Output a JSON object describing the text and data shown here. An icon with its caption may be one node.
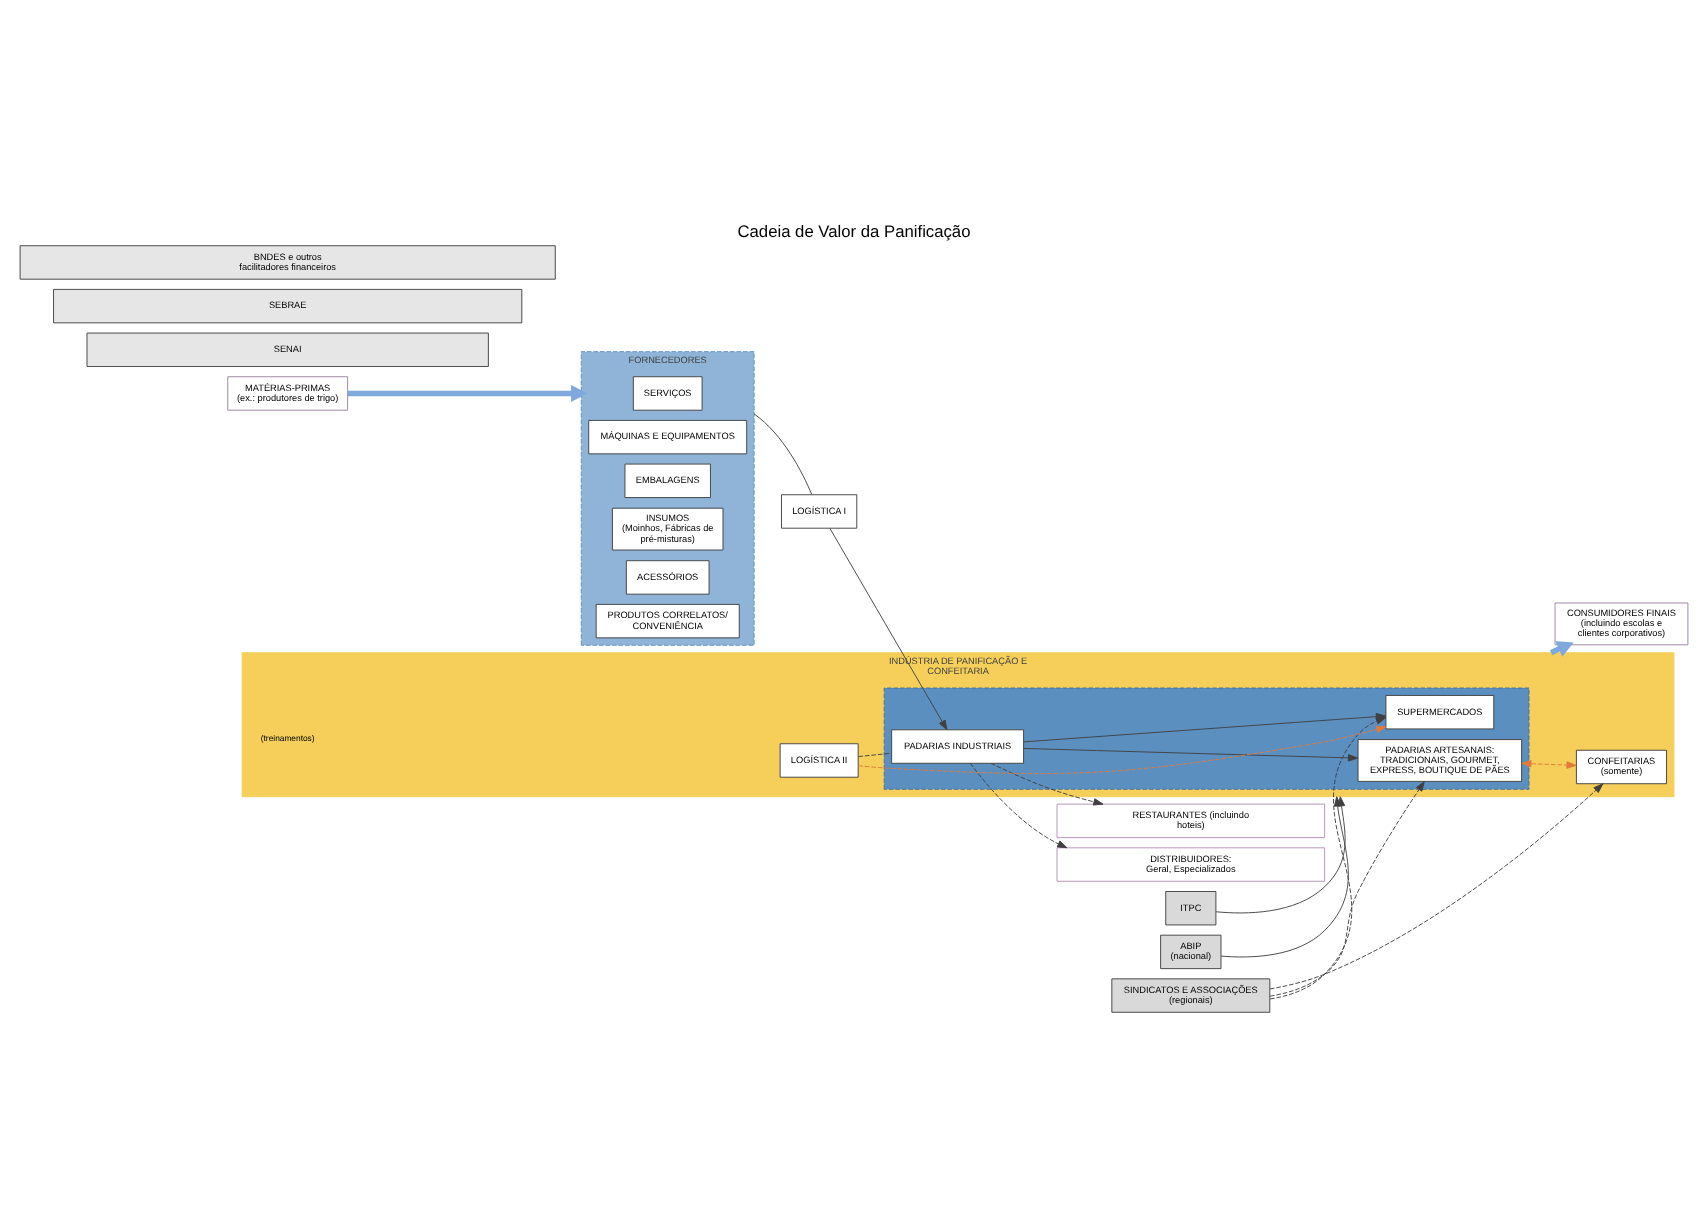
{
  "diagram": {
    "title": "Cadeia de Valor da Panificação",
    "nodes": [
      {
        "text": [
          "MATÉRIAS-PRIMAS",
          "(ex.: produtores de trigo)"
        ]
      },
      {
        "text": [
          "FORNECEDORES"
        ]
      },
      {
        "text": [
          "SERVIÇOS"
        ],
        "in": 1
      },
      {
        "text": [
          "MÁQUINAS E EQUIPAMENTOS"
        ],
        "in": 1
      },
      {
        "text": [
          "EMBALAGENS"
        ],
        "in": 1
      },
      {
        "text": [
          "INSUMOS",
          "(Moinhos, Fábricas de pré-misturas)"
        ],
        "in": 1
      },
      {
        "text": [
          "ACESSÓRIOS"
        ],
        "in": 1
      },
      {
        "text": [
          "PRODUTOS CORRELATOS/ CONVENIÊNCIA"
        ],
        "in": 1
      },
      {
        "text": [
          "LOGÍSTICA I"
        ]
      },
      {
        "text": [
          "RESTAURANTES (incluindo hoteis)"
        ]
      },
      {
        "text": [
          "ITPC"
        ]
      },
      {
        "text": [
          "SINDICATOS E ASSOCIAÇÕES",
          "(regionais)"
        ]
      },
      {
        "text": [
          "ABIP",
          "(nacional)"
        ]
      },
      {
        "text": [
          "INDÚSTRIA DE PANIFICAÇÃO E CONFEITARIA"
        ]
      },
      {
        "text": [],
        "shape": "box",
        "in": 13
      },
      {
        "text": [
          "SUPERMERCADOS"
        ],
        "in": 14
      },
      {
        "text": [
          "PADARIAS INDUSTRIAIS"
        ],
        "in": 14
      },
      {
        "text": [
          "PADARIAS ARTESANAIS: TRADICIONAIS, GOURMET, EXPRESS, BOUTIQUE DE PÃES"
        ],
        "in": 14
      },
      {
        "text": [
          "LOGÍSTICA II"
        ],
        "in": 13
      },
      {
        "text": [
          "CONFEITARIAS",
          "(somente)"
        ],
        "in": 13
      },
      {
        "text": [
          "DISTRIBUIDORES:",
          "Geral, Especializados"
        ]
      },
      {
        "text": [
          "SENAI"
        ]
      },
      {
        "text": [
          "SEBRAE"
        ]
      },
      {
        "text": [
          "BNDES e outros facilitadores financeiros"
        ]
      },
      {
        "text": [
          "CONSUMIDORES FINAIS",
          "(incluindo escolas e clientes corporativos)"
        ]
      }
    ],
    "edges": [
      {
        "from": 0,
        "to": 1,
        "arrow": "to",
        "style": "thick",
        "color": "#7fa8dc"
      },
      {
        "from": 1,
        "to": 8,
        "arrow": "none"
      },
      {
        "from": 8,
        "to": 16,
        "arrow": "to"
      },
      {
        "from": 10,
        "to": 13,
        "arrow": "to"
      },
      {
        "from": 12,
        "to": 13,
        "arrow": "to"
      },
      {
        "from": 16,
        "to": 9,
        "arrow": "to",
        "style": "dashed"
      },
      {
        "from": 16,
        "to": 15,
        "arrow": "to"
      },
      {
        "from": 16,
        "to": 17,
        "arrow": "to"
      },
      {
        "from": 16,
        "to": 20,
        "arrow": "to",
        "style": "dashed"
      },
      {
        "from": 11,
        "to": 15,
        "arrow": "to",
        "style": "dashed"
      },
      {
        "from": 11,
        "to": 17,
        "arrow": "to",
        "style": "dashed"
      },
      {
        "from": 11,
        "to": 19,
        "arrow": "to",
        "style": "dashed"
      },
      {
        "from": 18,
        "to": 16,
        "arrow": "none",
        "style": "dashed"
      },
      {
        "from": 18,
        "to": 15,
        "arrow": "to",
        "style": "dashed",
        "color": "#e07a3a"
      },
      {
        "from": 17,
        "to": 19,
        "arrow": "both",
        "style": "dashed",
        "color": "#e07a3a"
      },
      {
        "from": 13,
        "to": 24,
        "arrow": "to",
        "style": "thick",
        "color": "#7fa8dc"
      }
    ],
    "labels": [
      "(treinamentos)"
    ]
  }
}
